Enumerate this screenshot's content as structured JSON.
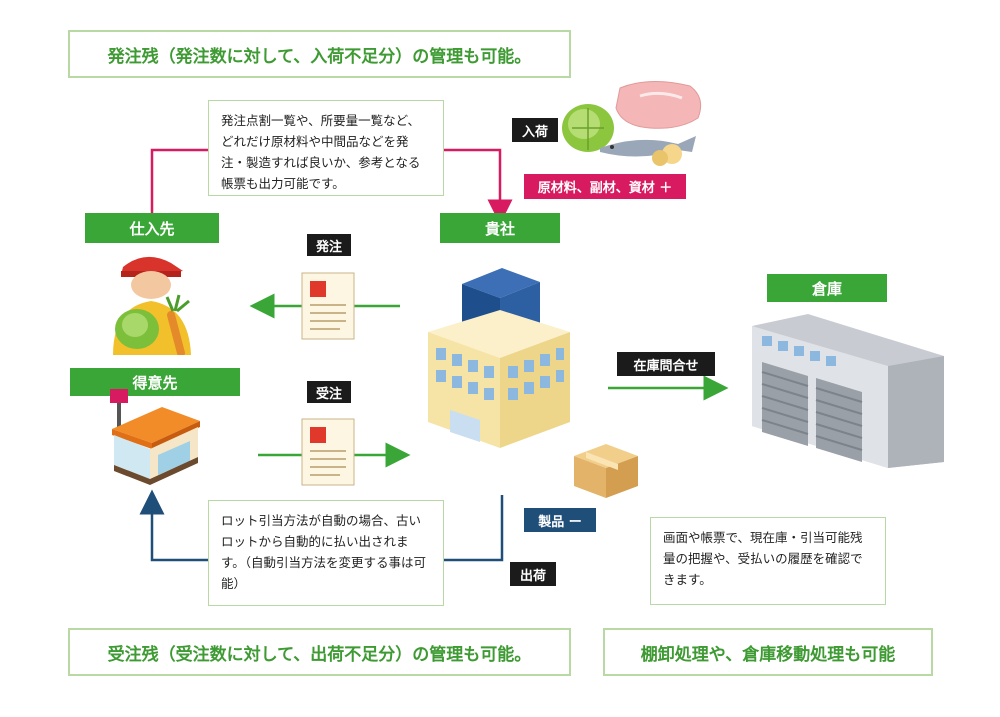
{
  "banners": {
    "top": "発注残（発注数に対して、入荷不足分）の管理も可能。",
    "bottom_left": "受注残（受注数に対して、出荷不足分）の管理も可能。",
    "bottom_right": "棚卸処理や、倉庫移動処理も可能"
  },
  "labels": {
    "supplier": "仕入先",
    "company": "貴社",
    "customer": "得意先",
    "warehouse": "倉庫"
  },
  "tags": {
    "order_out": "発注",
    "order_in": "受注",
    "inbound": "入荷",
    "outbound": "出荷",
    "stock_inquiry": "在庫問合せ",
    "materials": "原材料、副材、資材 ＋",
    "products": "製品 ー"
  },
  "notes": {
    "top": "発注点割一覧や、所要量一覧など、どれだけ原材料や中間品などを発注・製造すれば良いか、参考となる帳票も出力可能です。",
    "bottom": "ロット引当方法が自動の場合、古いロットから自動的に払い出されます。（自動引当方法を変更する事は可能）",
    "right": "画面や帳票で、現在庫・引当可能残量の把握や、受払いの履歴を確認できます。"
  },
  "colors": {
    "green": "#3aa637",
    "pink": "#d81b60",
    "navy": "#1f4e79",
    "banner_border": "#b9d9a4",
    "banner_text": "#3e9a32"
  }
}
